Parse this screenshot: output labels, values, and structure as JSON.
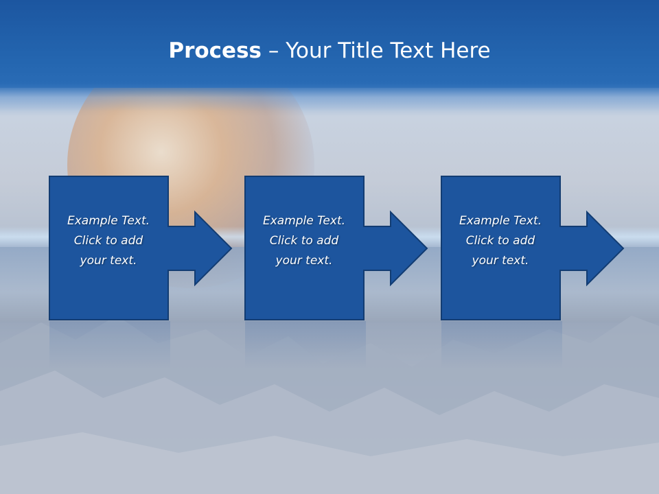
{
  "title": {
    "bold_part": "Process",
    "separator": " – ",
    "rest": "Your Title Text Here"
  },
  "steps": [
    {
      "line1": "Example Text.",
      "line2": "Click  to add",
      "line3": "your text."
    },
    {
      "line1": "Example Text.",
      "line2": "Click  to add",
      "line3": "your text."
    },
    {
      "line1": "Example Text.",
      "line2": "Click  to add",
      "line3": "your text."
    }
  ],
  "colors": {
    "title_band": "#1f5ca8",
    "box_fill": "#1d559e",
    "box_stroke": "#133f78",
    "text": "#ffffff"
  }
}
